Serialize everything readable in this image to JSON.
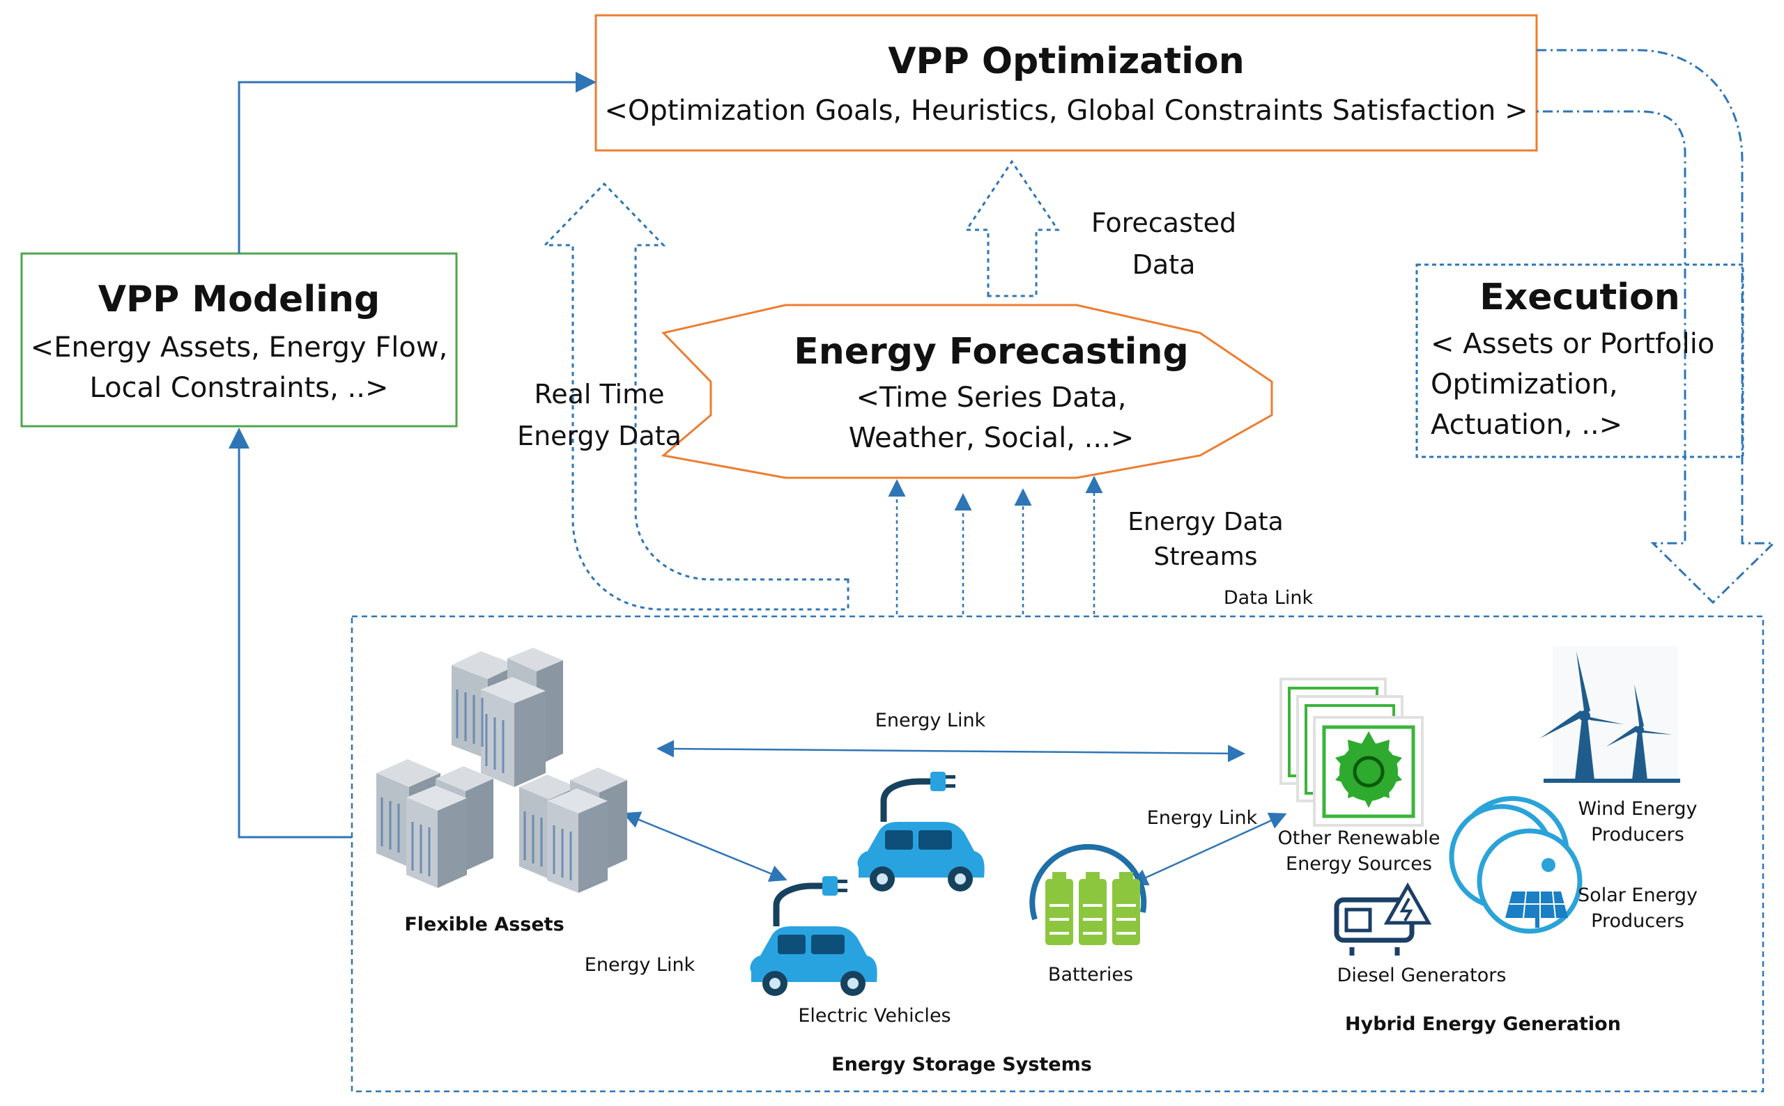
{
  "optimization": {
    "title": "VPP Optimization",
    "subtitle": "<Optimization Goals, Heuristics, Global Constraints Satisfaction >"
  },
  "modeling": {
    "title": "VPP Modeling",
    "line1": "<Energy Assets, Energy Flow,",
    "line2": "Local Constraints, ..>"
  },
  "forecasting": {
    "title": "Energy Forecasting",
    "line1": "<Time Series Data,",
    "line2": "Weather, Social, ...>"
  },
  "execution": {
    "title": "Execution",
    "line1": "< Assets or Portfolio",
    "line2": "Optimization,",
    "line3": "Actuation, ..>"
  },
  "flows": {
    "forecasted_1": "Forecasted",
    "forecasted_2": "Data",
    "realtime_1": "Real Time",
    "realtime_2": "Energy Data",
    "streams_1": "Energy Data",
    "streams_2": "Streams",
    "data_link": "Data Link"
  },
  "links": {
    "energy_link_top": "Energy Link",
    "energy_link_right": "Energy Link",
    "energy_link_left": "Energy Link"
  },
  "assets": {
    "flexible": "Flexible Assets",
    "ev": "Electric Vehicles",
    "batteries": "Batteries",
    "other_renewable_1": "Other Renewable",
    "other_renewable_2": "Energy Sources",
    "wind_1": "Wind Energy",
    "wind_2": "Producers",
    "solar_1": "Solar Energy",
    "solar_2": "Producers",
    "diesel": "Diesel Generators",
    "hybrid": "Hybrid Energy Generation",
    "storage": "Energy Storage Systems"
  },
  "colors": {
    "orange": "#ed7d31",
    "green": "#4ea64e",
    "blue": "#2e75b6",
    "car_blue": "#29a3e0",
    "leaf_green": "#3cb43c"
  }
}
